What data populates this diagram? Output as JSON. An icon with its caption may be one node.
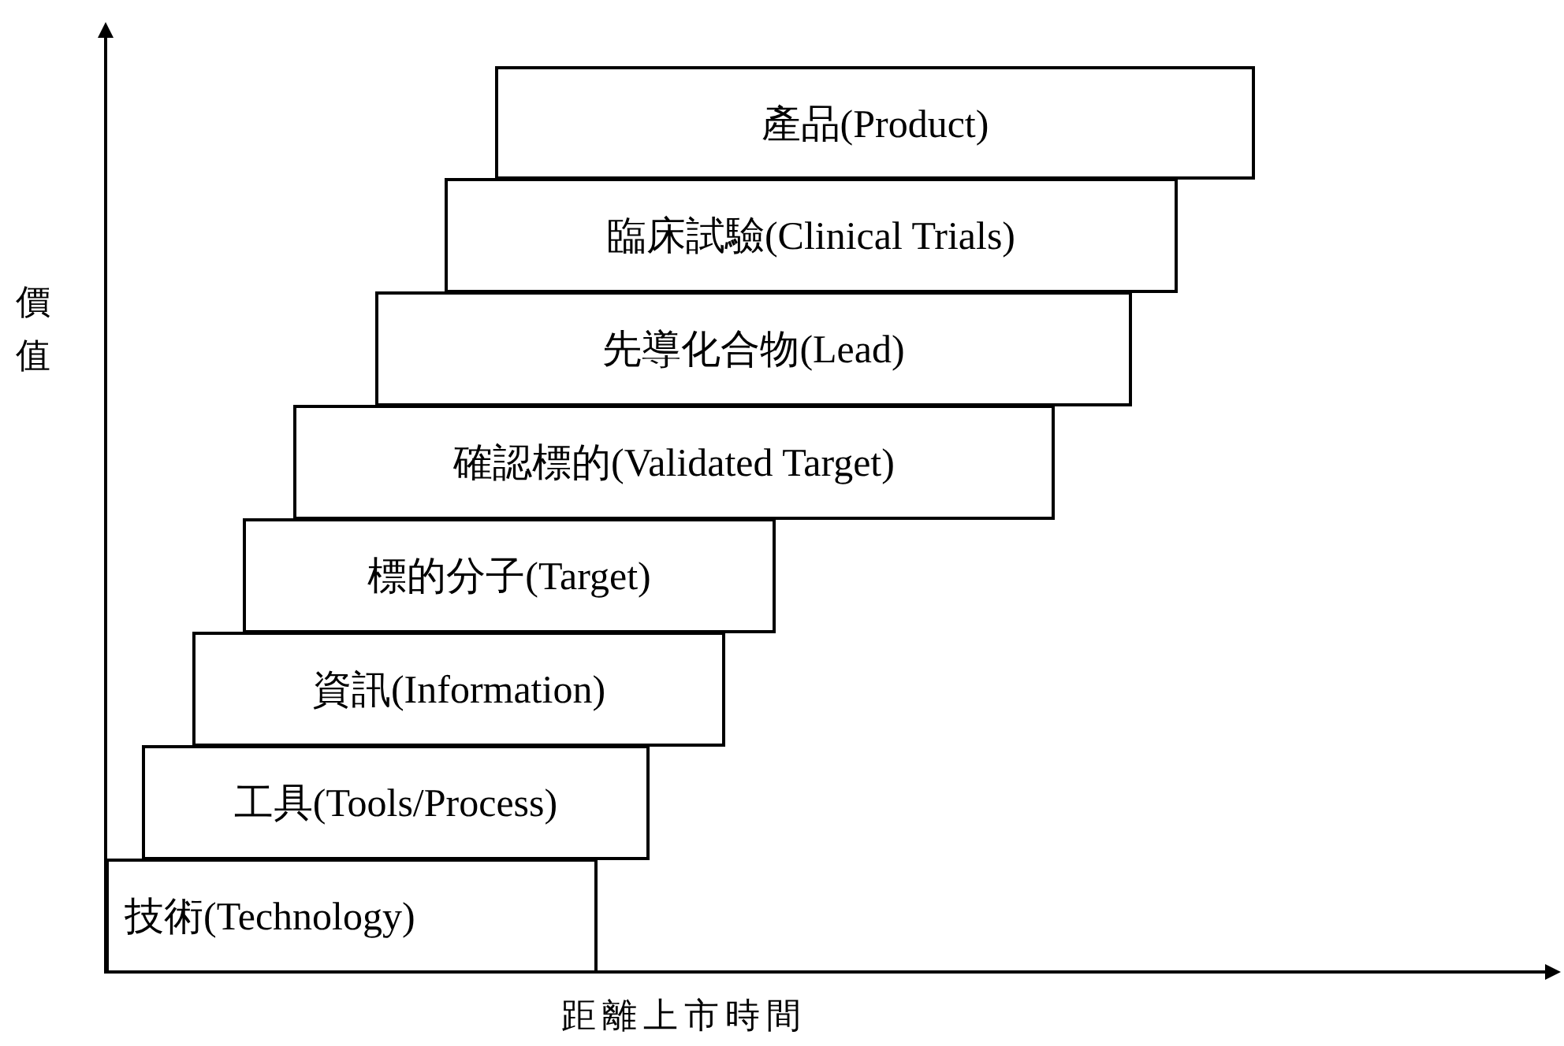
{
  "diagram": {
    "nodes": [
      {
        "text": [
          "產品(Product)"
        ]
      },
      {
        "text": [
          "臨床試驗(Clinical Trials)"
        ]
      },
      {
        "text": [
          "先導化合物(Lead)"
        ]
      },
      {
        "text": [
          "確認標的(Validated Target)"
        ]
      },
      {
        "text": [
          "標的分子(Target)"
        ]
      },
      {
        "text": [
          "資訊(Information)"
        ]
      },
      {
        "text": [
          "工具(Tools/Process)"
        ]
      },
      {
        "text": [
          "技術(Technology)"
        ]
      }
    ],
    "labels": [
      "價值",
      "距離上市時間"
    ]
  }
}
